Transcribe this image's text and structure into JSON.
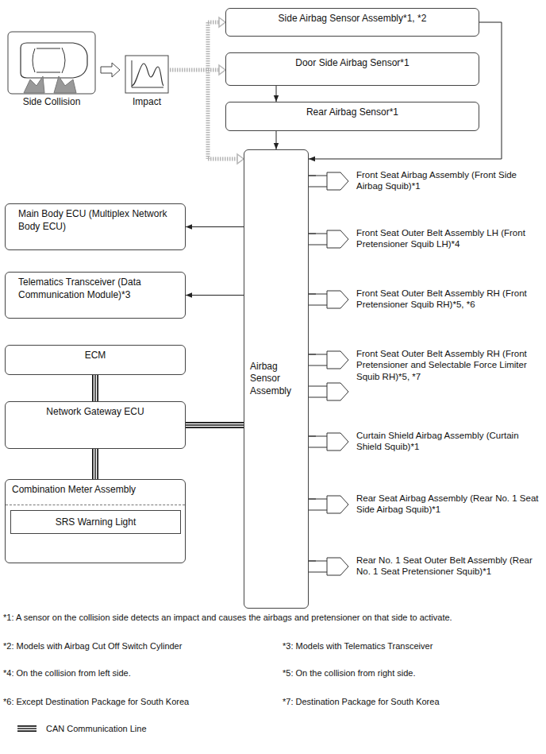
{
  "diagram": {
    "nodes": [
      {
        "text": [
          "Side Airbag Sensor Assembly*1, *2"
        ]
      },
      {
        "text": [
          "Door Side Airbag Sensor*1"
        ]
      },
      {
        "text": [
          "Rear Airbag Sensor*1"
        ]
      },
      {
        "text": [
          "Airbag Sensor Assembly"
        ]
      },
      {
        "text": [
          "Main Body ECU (Multiplex Network Body ECU)"
        ]
      },
      {
        "text": [
          "Telematics Transceiver (Data Communication Module)*3"
        ]
      },
      {
        "text": [
          "ECM"
        ]
      },
      {
        "text": [
          "Network Gateway ECU"
        ]
      },
      {
        "text": [
          "Combination Meter Assembly"
        ]
      },
      {
        "text": [
          "SRS Warning Light"
        ],
        "in": 8
      },
      {
        "text": [
          "Front Seat Airbag Assembly (Front Side Airbag Squib)*1"
        ]
      },
      {
        "text": [
          "Front Seat Outer Belt Assembly LH (Front Pretensioner Squib LH)*4"
        ]
      },
      {
        "text": [
          "Front Seat Outer Belt Assembly RH (Front Pretensioner Squib RH)*5, *6"
        ]
      },
      {
        "text": [
          "Front Seat Outer Belt Assembly RH (Front Pretensioner and Selectable Force Limiter Squib RH)*5, *7"
        ]
      },
      {
        "text": [
          "Curtain Shield Airbag Assembly (Curtain Shield Squib)*1"
        ]
      },
      {
        "text": [
          "Rear Seat Airbag Assembly (Rear No. 1 Seat Side Airbag Squib)*1"
        ]
      },
      {
        "text": [
          "Rear No. 1 Seat Outer Belt Assembly (Rear No. 1 Seat Pretensioner Squib)*1"
        ]
      }
    ],
    "edges": [
      {
        "from": 0,
        "to": 3,
        "arrow": "to"
      },
      {
        "from": 1,
        "to": 2,
        "arrow": "to"
      },
      {
        "from": 2,
        "to": 3,
        "arrow": "to"
      },
      {
        "from": 3,
        "to": 4,
        "arrow": "to"
      },
      {
        "from": 3,
        "to": 5,
        "arrow": "to"
      },
      {
        "from": 6,
        "to": 7,
        "arrow": "none"
      },
      {
        "from": 7,
        "to": 3,
        "arrow": "none"
      },
      {
        "from": 7,
        "to": 8,
        "arrow": "none"
      },
      {
        "from": 3,
        "to": 10,
        "arrow": "none"
      },
      {
        "from": 3,
        "to": 11,
        "arrow": "none"
      },
      {
        "from": 3,
        "to": 12,
        "arrow": "none"
      },
      {
        "from": 3,
        "to": 13,
        "arrow": "none"
      },
      {
        "from": 3,
        "to": 14,
        "arrow": "none"
      },
      {
        "from": 3,
        "to": 15,
        "arrow": "none"
      },
      {
        "from": 3,
        "to": 16,
        "arrow": "none"
      }
    ],
    "labels": [
      "Side Collision",
      "Impact",
      "*1: A sensor on the collision side detects an impact and causes the airbags and pretensioner on that side to activate.",
      "*2: Models with Airbag Cut Off Switch Cylinder",
      "*3: Models with Telematics Transceiver",
      "*4: On the collision from left side.",
      "*5: On the collision from right side.",
      "*6: Except Destination Package for South Korea",
      "*7: Destination Package for South Korea"
    ],
    "legend": [
      {
        "text": "CAN Communication Line"
      }
    ]
  }
}
